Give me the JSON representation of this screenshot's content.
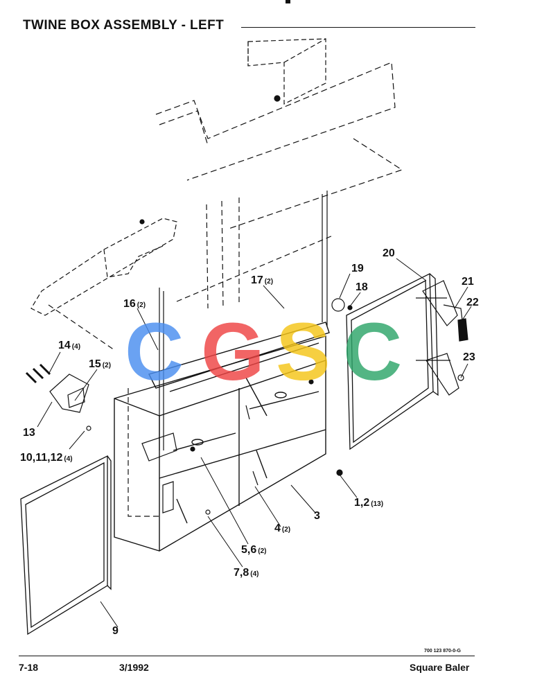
{
  "header": {
    "title": "TWINE BOX ASSEMBLY - LEFT"
  },
  "callouts": [
    {
      "num": "19",
      "qty": ""
    },
    {
      "num": "20",
      "qty": ""
    },
    {
      "num": "18",
      "qty": ""
    },
    {
      "num": "21",
      "qty": ""
    },
    {
      "num": "17",
      "qty": "(2)"
    },
    {
      "num": "22",
      "qty": ""
    },
    {
      "num": "16",
      "qty": "(2)"
    },
    {
      "num": "14",
      "qty": "(4)"
    },
    {
      "num": "15",
      "qty": "(2)"
    },
    {
      "num": "23",
      "qty": ""
    },
    {
      "num": "13",
      "qty": ""
    },
    {
      "num": "10,11,12",
      "qty": "(4)"
    },
    {
      "num": "1,2",
      "qty": "(13)"
    },
    {
      "num": "3",
      "qty": ""
    },
    {
      "num": "4",
      "qty": "(2)"
    },
    {
      "num": "5,6",
      "qty": "(2)"
    },
    {
      "num": "7,8",
      "qty": "(4)"
    },
    {
      "num": "9",
      "qty": ""
    }
  ],
  "watermark": {
    "letters": [
      "C",
      "G",
      "S",
      "C"
    ],
    "colors": [
      "#4a8ef0",
      "#ee4444",
      "#f5c518",
      "#2ea56a"
    ]
  },
  "footer": {
    "drawing_code": "700 123 870-0-G",
    "page": "7-18",
    "date": "3/1992",
    "product": "Square Baler"
  }
}
